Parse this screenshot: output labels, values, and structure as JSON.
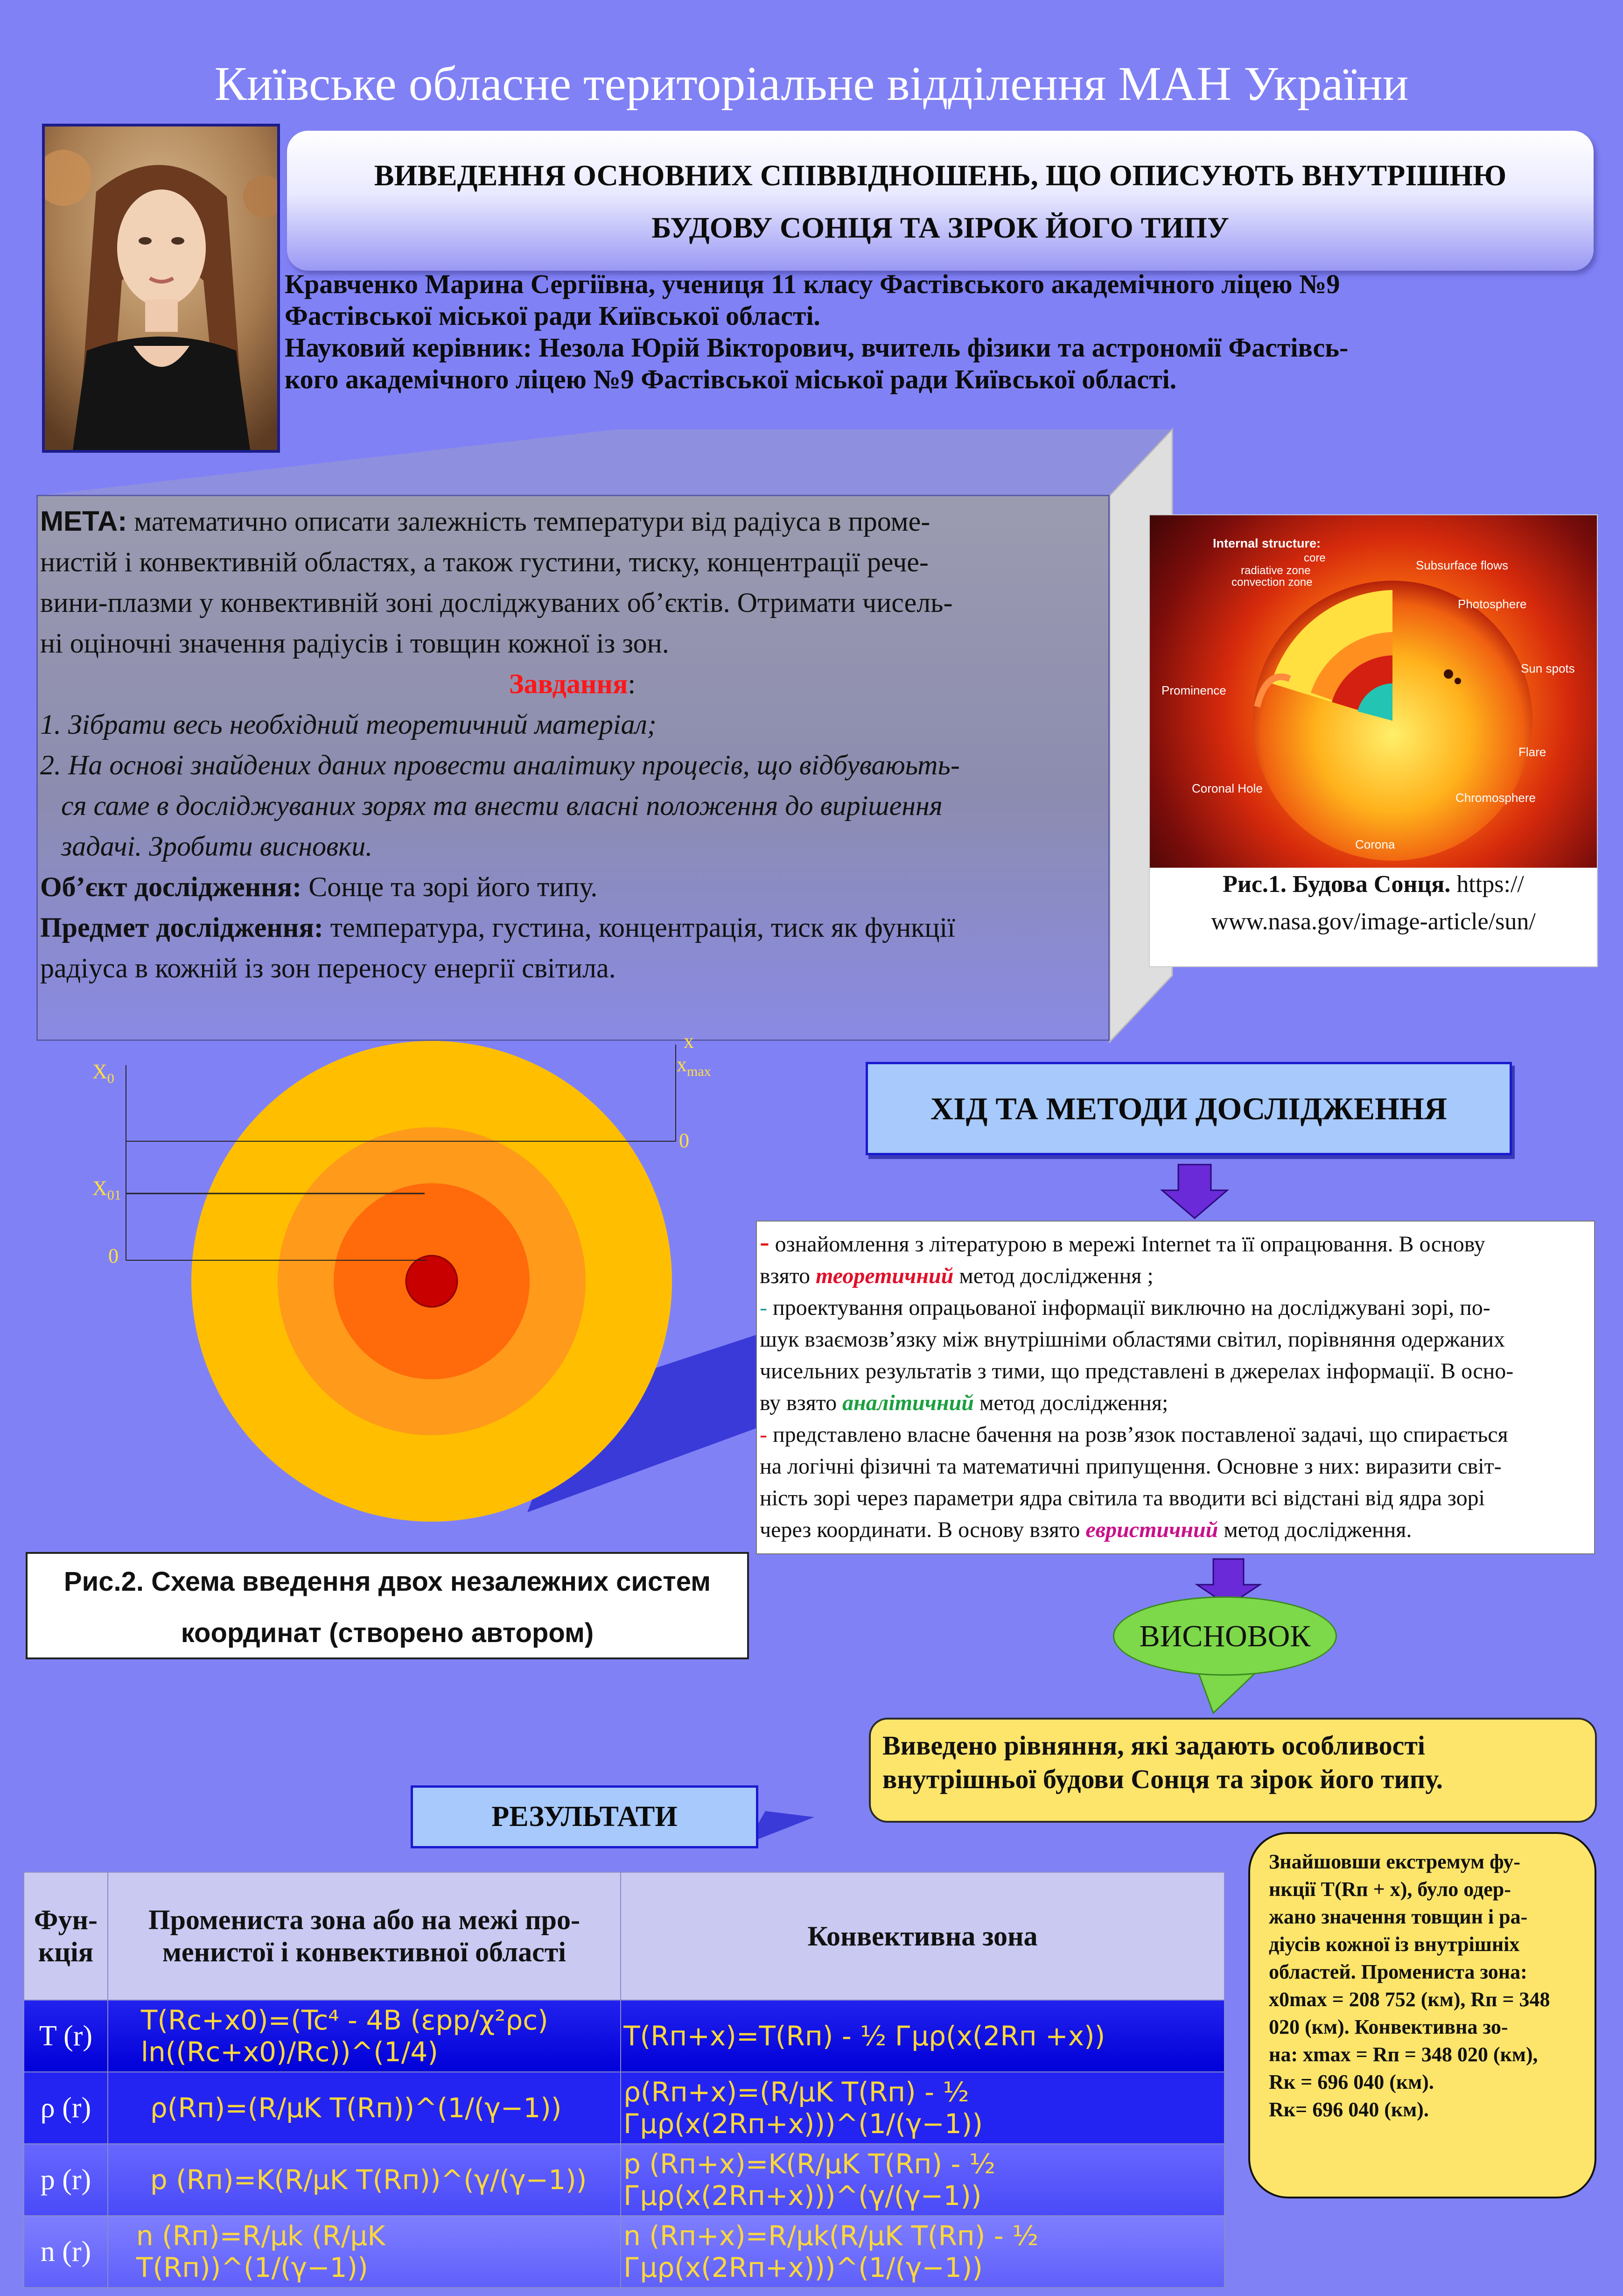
{
  "header": {
    "organization": "Київське обласне територіальне відділення МАН України"
  },
  "title": {
    "line1": "ВИВЕДЕННЯ ОСНОВНИХ СПІВВІДНОШЕНЬ, ЩО ОПИСУЮТЬ ВНУТРІШНЮ",
    "line2": "БУДОВУ СОНЦЯ ТА ЗІРОК ЙОГО ТИПУ"
  },
  "authors": {
    "line1": "Кравченко Марина Сергіївна, учениця 11 класу Фастівського академічного ліцею №9",
    "line2": "Фастівської міської ради Київської області.",
    "line3": "Науковий керівник: Незола Юрій Вікторович, вчитель фізики та астрономії Фастівсь-",
    "line4": "кого академічного ліцею №9 Фастівської міської ради Київської області."
  },
  "goal": {
    "label": "МЕТА:",
    "line1": " математично описати залежність температури від радіуса в проме-",
    "line2": "нистій і конвективній областях, а також густини, тиску, концентрації рече-",
    "line3": "вини-плазми у конвективній зоні досліджуваних об’єктів. Отримати чисель-",
    "line4": "ні оціночні значення радіусів і товщин кожної із зон.",
    "tasks_label": "Завдання",
    "tasks_colon": ":",
    "task1": "1. Зібрати весь необхідний теоретичний матеріал;",
    "task2_line1": "2. На основі знайдених даних провести аналітику процесів, що відбуваюьть-",
    "task2_line2": "ся саме в досліджуваних зорях та внести власні положення до вирішення",
    "task2_line3": "задачі. Зробити висновки.",
    "object_label": "Об’єкт дослідження:",
    "object_text": " Сонце та зорі його типу.",
    "subject_label": "Предмет дослідження:",
    "subject_line1": " температура, густина, концентрація, тиск як функції",
    "subject_line2": "радіуса в кожній із зон переносу енергії світила."
  },
  "sun_figure": {
    "image_labels": {
      "internal": "Internal structure:",
      "core": "core",
      "radiative": "radiative zone",
      "convection": "convection zone",
      "subsurface": "Subsurface flows",
      "photosphere": "Photosphere",
      "sunspots": "Sun spots",
      "prominence": "Prominence",
      "flare": "Flare",
      "coronal_hole": "Coronal Hole",
      "chromosphere": "Chromosphere",
      "corona": "Corona"
    },
    "caption_bold": "Рис.1. Будова Сонця.",
    "caption_url1": " https://",
    "caption_url2": "www.nasa.gov/image-article/sun/"
  },
  "diagram": {
    "label_x0": "X",
    "label_x0_sub": "0",
    "label_x01": "X",
    "label_x01_sub": "01",
    "label_zero_left": "0",
    "label_x": "x",
    "label_xmax": "x",
    "label_xmax_sub": "max",
    "label_zero_right": "0",
    "caption_line1": "Рис.2. Схема введення двох незалежних систем",
    "caption_line2": "координат (створено автором)"
  },
  "methods": {
    "title": "ХІД ТА МЕТОДИ ДОСЛІДЖЕННЯ",
    "item1_dash": "-",
    "item1_a": " ознайомлення з літературою в мережі Internet та її опрацювання. В основу",
    "item1_b": "взято ",
    "item1_method": "теоретичний",
    "item1_c": " метод дослідження ;",
    "item2_dash": "-",
    "item2_a": " проектування опрацьованої інформації виключно на досліджувані зорі, по-",
    "item2_b": "шук взаємозв’язку між внутрішніми областями світил, порівняння одержаних",
    "item2_c": "чисельних результатів з тими, що представлені в джерелах інформації. В осно-",
    "item2_d": "ву взято ",
    "item2_method": "аналітичний",
    "item2_e": " метод дослідження;",
    "item3_dash": "-",
    "item3_a": " представлено власне бачення на розв’язок поставленої задачі, що спирається",
    "item3_b": "на логічні фізичні та математичні припущення. Основне з них: виразити світ-",
    "item3_c": "ність зорі через параметри ядра світила та вводити всі відстані від ядра зорі",
    "item3_d": "через координати. В основу взято ",
    "item3_method": "евристичний",
    "item3_e": " метод дослідження.",
    "colors": {
      "theoretical": "#e0102a",
      "analytical": "#1aa040",
      "heuristic": "#c8108a"
    }
  },
  "conclusion": {
    "bubble": "ВИСНОВОК",
    "line1": "Виведено рівняння, які задають особливості",
    "line2": "внутрішньої будови Сонця та зірок його типу."
  },
  "extremum": {
    "l1": "Знайшовши екстремум фу-",
    "l2": "нкції T(Rп + x), було одер-",
    "l3": "жано значення товщин і ра-",
    "l4": "діусів кожної із внутрішніх",
    "l5": "областей. Промениста зона:",
    "l6": "x0max = 208 752 (км), Rп = 348",
    "l7": "020 (км). Конвективна зо-",
    "l8": "на: xmax = Rп = 348 020 (км),",
    "l9": "Rк = 696 040 (км).",
    "l10": "Rк= 696 040 (км)."
  },
  "results": {
    "title": "РЕЗУЛЬТАТИ",
    "col1_line1": "Фун-",
    "col1_line2": "кція",
    "col2_line1": "Промениста зона або на межі про-",
    "col2_line2": "менистої і конвективної області",
    "col3": "Конвективна зона",
    "rows": [
      {
        "fn": "T (r)",
        "radiative": "T(Rc+x0)=(Tc⁴ - 4B (εpp/χ²ρc) ln((Rc+x0)/Rc))^(1/4)",
        "convective": "T(Rп+x)=T(Rп) - ½ Гμρ(x(2Rп +x))"
      },
      {
        "fn": "ρ (r)",
        "radiative": "ρ(Rп)=(R/μK T(Rп))^(1/(γ−1))",
        "convective": "ρ(Rп+x)=(R/μK T(Rп) - ½ Гμρ(x(2Rп+x)))^(1/(γ−1))"
      },
      {
        "fn": "p (r)",
        "radiative": "p (Rп)=K(R/μK T(Rп))^(γ/(γ−1))",
        "convective": "p (Rп+x)=K(R/μK T(Rп) - ½ Гμρ(x(2Rп+x)))^(γ/(γ−1))"
      },
      {
        "fn": "n (r)",
        "radiative": "n (Rп)=R/μk (R/μK T(Rп))^(1/(γ−1))",
        "convective": "n (Rп+x)=R/μk(R/μK T(Rп) - ½ Гμρ(x(2Rп+x)))^(1/(γ−1))"
      }
    ]
  }
}
